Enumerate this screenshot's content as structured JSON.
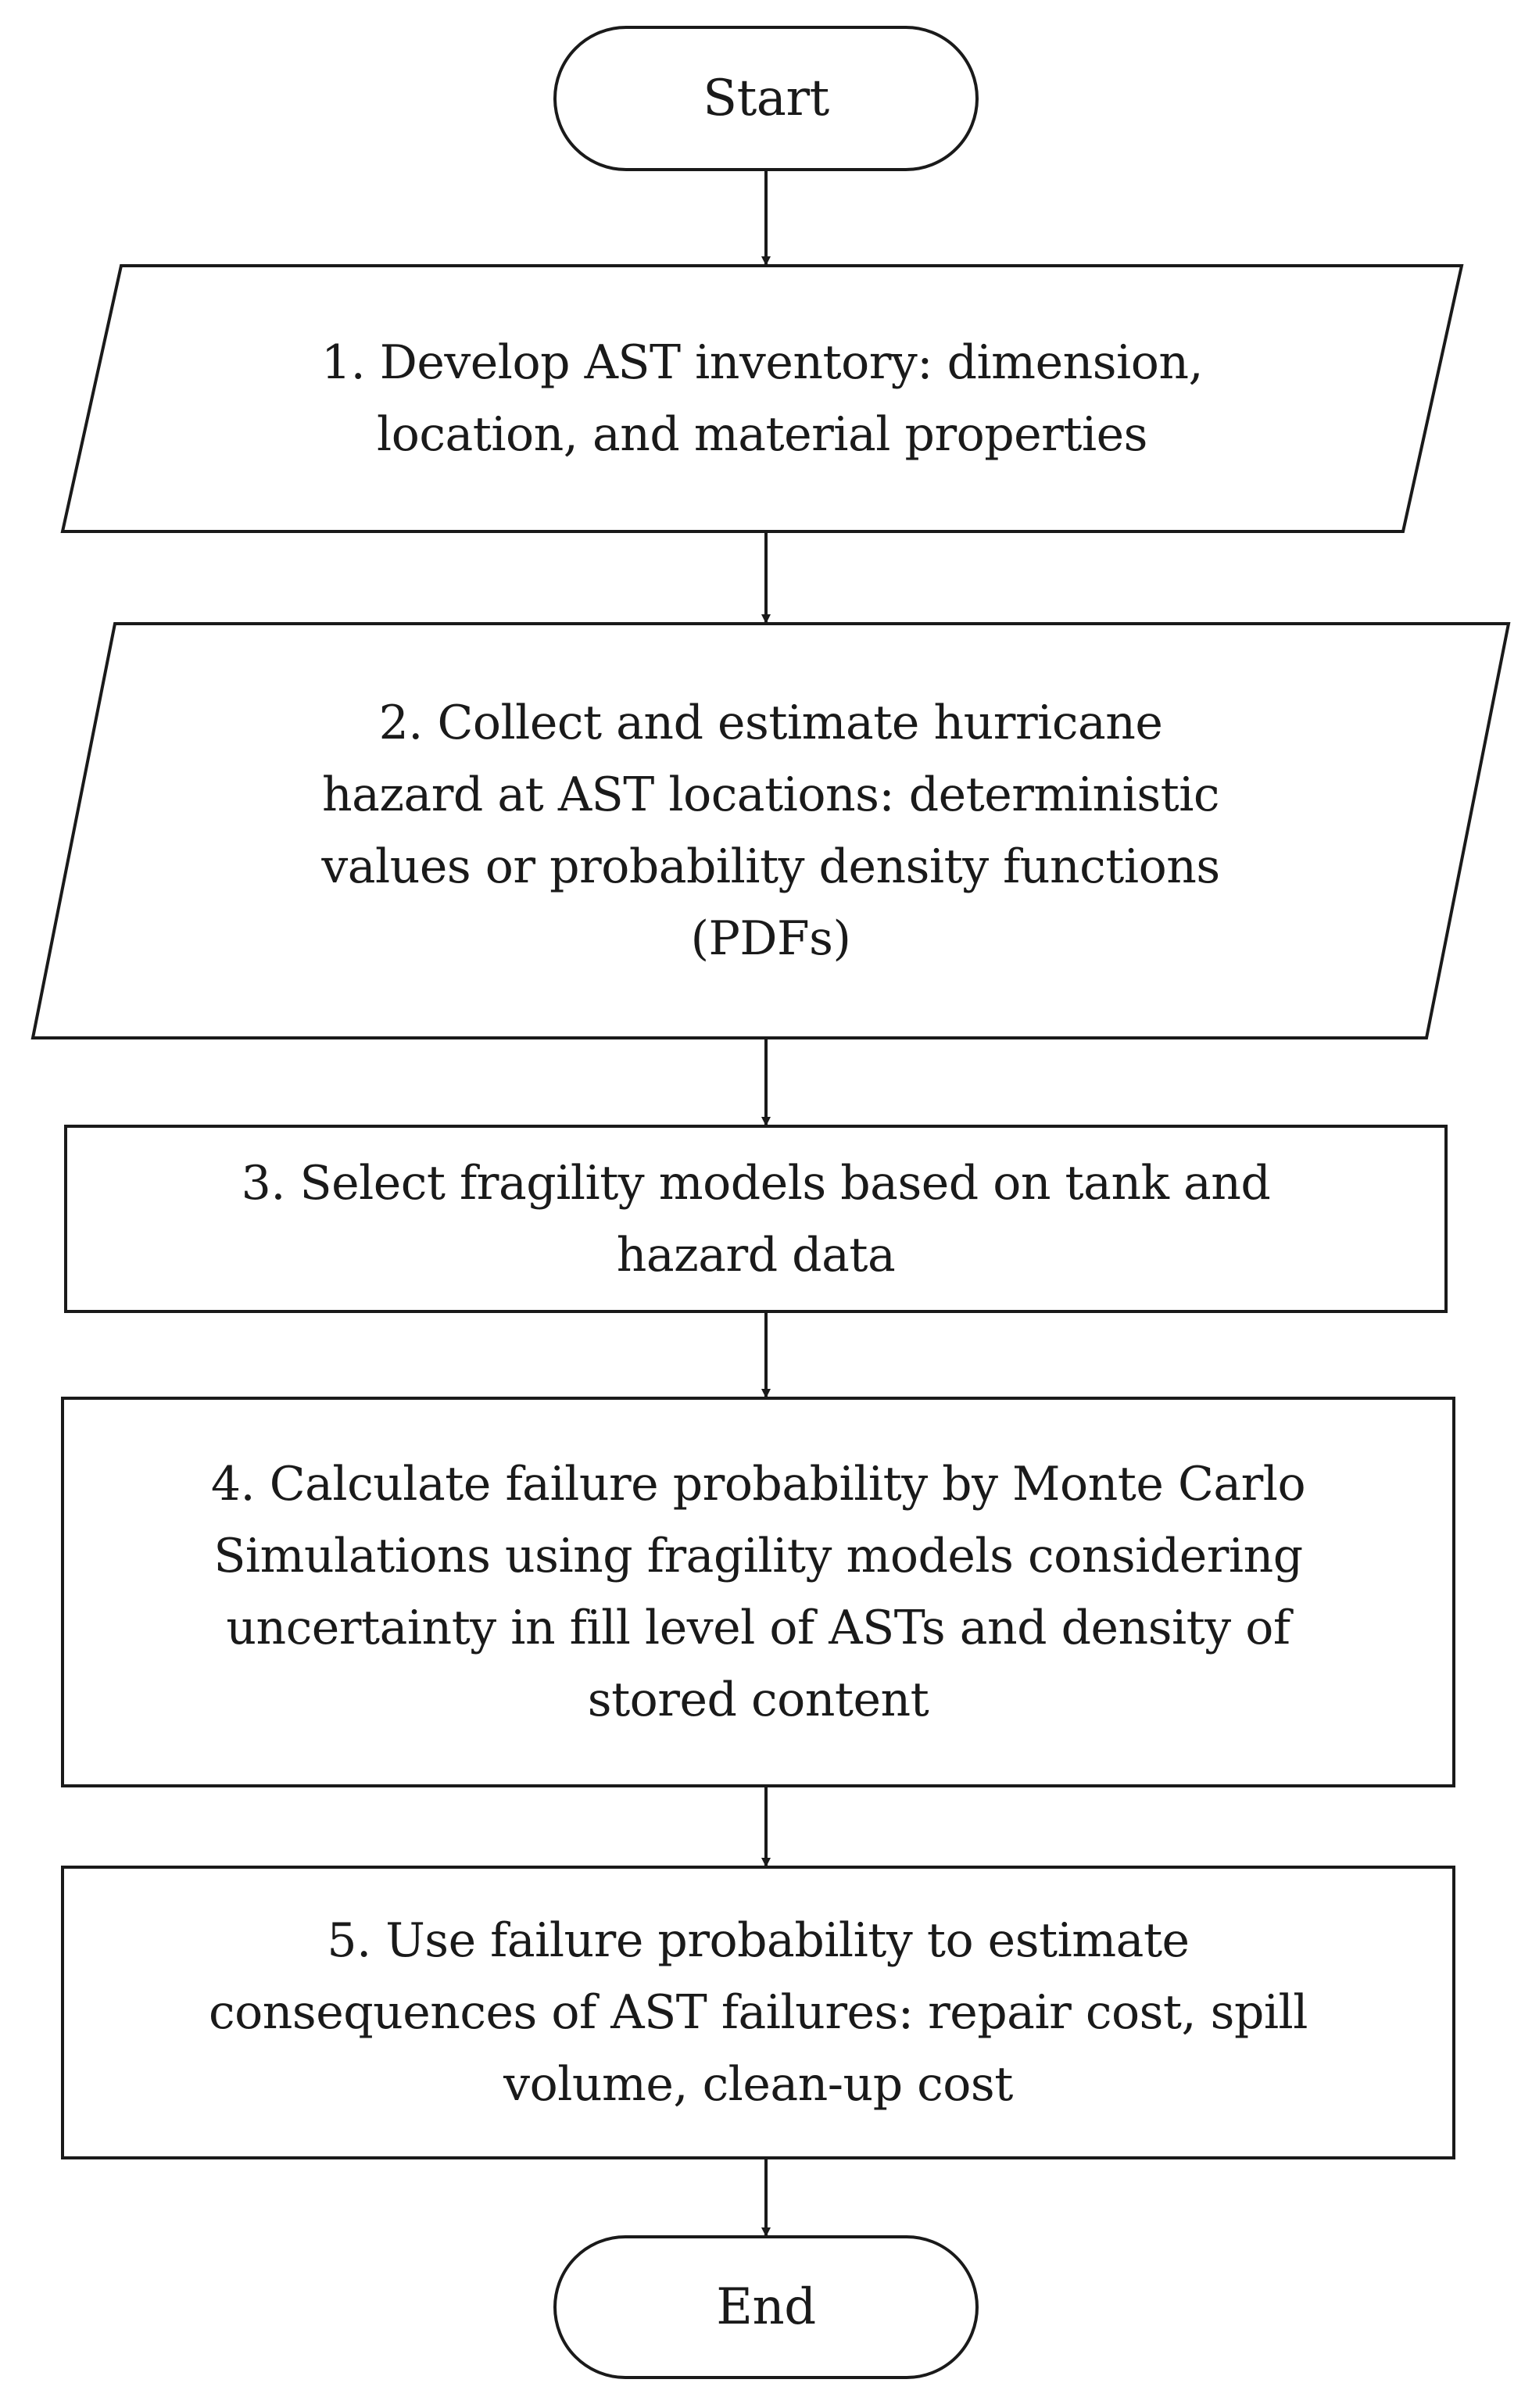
{
  "diagram": {
    "type": "flowchart",
    "nodes": [
      {
        "id": "start",
        "shape": "terminal",
        "text": "Start"
      },
      {
        "id": "step1",
        "shape": "parallelogram",
        "text": "1. Develop AST inventory: dimension,\nlocation, and material properties"
      },
      {
        "id": "step2",
        "shape": "parallelogram",
        "text": "2. Collect and estimate hurricane\nhazard at AST locations: deterministic\nvalues or probability density functions\n(PDFs)"
      },
      {
        "id": "step3",
        "shape": "process",
        "text": "3. Select fragility models based on tank and\nhazard data"
      },
      {
        "id": "step4",
        "shape": "process",
        "text": "4. Calculate failure probability by Monte Carlo\nSimulations using fragility models considering\nuncertainty in fill level of ASTs and density of\nstored content"
      },
      {
        "id": "step5",
        "shape": "process",
        "text": "5. Use failure probability to estimate\nconsequences of AST failures: repair cost, spill\nvolume, clean-up cost"
      },
      {
        "id": "end",
        "shape": "terminal",
        "text": "End"
      }
    ],
    "edges": [
      {
        "from": "start",
        "to": "step1"
      },
      {
        "from": "step1",
        "to": "step2"
      },
      {
        "from": "step2",
        "to": "step3"
      },
      {
        "from": "step3",
        "to": "step4"
      },
      {
        "from": "step4",
        "to": "step5"
      },
      {
        "from": "step5",
        "to": "end"
      }
    ],
    "colors": {
      "stroke": "#1a1a1a",
      "fill": "#ffffff",
      "text": "#1a1a1a"
    }
  }
}
